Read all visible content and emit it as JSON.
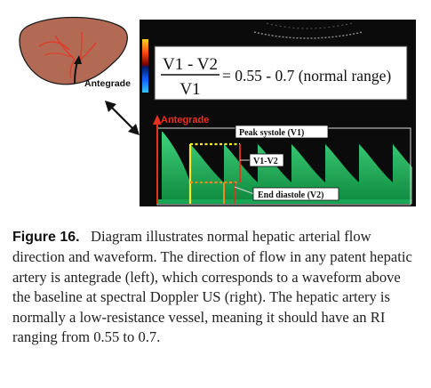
{
  "figure": {
    "formula": {
      "numerator": "V1 - V2",
      "denominator": "V1",
      "result": "= 0.55 - 0.7 (normal range)"
    },
    "liver_label": "Antegrade",
    "axis_label": "Antegrade",
    "annotations": {
      "peak": "Peak systole (V1)",
      "diff": "V1-V2",
      "end": "End diastole (V2)"
    },
    "colors": {
      "background": "#0b0b0b",
      "waveform": "#22c06a",
      "axis": "#e8321e",
      "peak_marker": "#f4ea2a",
      "end_marker": "#f08a20",
      "liver": "#b36a55"
    }
  },
  "caption": {
    "label": "Figure 16.",
    "text": "Diagram illustrates normal hepatic arterial flow direction and waveform. The direction of flow in any patent hepatic artery is antegrade (left), which corresponds to a waveform above the baseline at spectral Doppler US (right). The hepatic artery is normally a low-resistance vessel, meaning it should have an RI ranging from 0.55 to 0.7."
  }
}
